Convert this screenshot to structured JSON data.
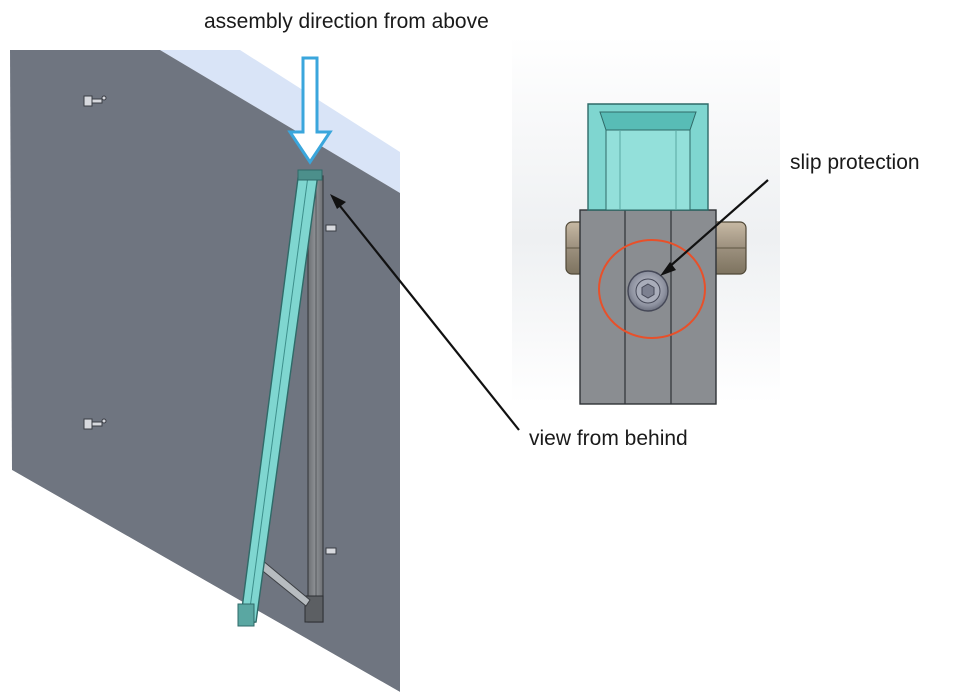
{
  "labels": {
    "assembly_direction": "assembly direction from above",
    "slip_protection": "slip protection",
    "view_from_behind": "view from behind"
  },
  "colors": {
    "panel_face": "#6f7580",
    "panel_top": "#d9e4f7",
    "rail_cyan": "#7fd6d0",
    "rail_edge": "#2f6a68",
    "post_gray": "#7b7e82",
    "arrow_blue": "#3aa6dc",
    "highlight_circle": "#e8502a",
    "detail_bg": "#eef0f2"
  },
  "icons": {
    "assembly_arrow": "down-arrow-outline-icon",
    "callout_arrow": "pointer-arrow-icon"
  }
}
